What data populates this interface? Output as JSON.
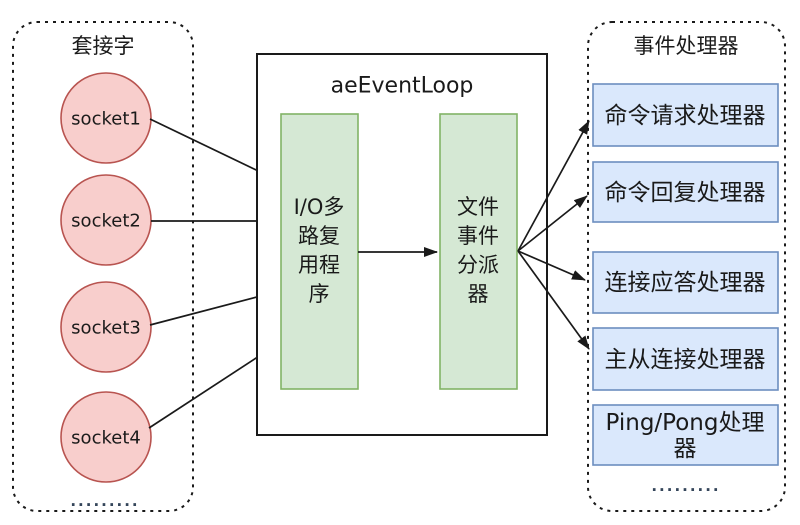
{
  "diagram": {
    "sockets_panel": {
      "title": "套接字",
      "items": [
        "socket1",
        "socket2",
        "socket3",
        "socket4"
      ],
      "ellipsis": "........."
    },
    "event_loop": {
      "title": "aeEventLoop",
      "io_multiplexer": {
        "label": "I/O多路复用程序",
        "lines": [
          "I/O多",
          "路复",
          "用程",
          "序"
        ]
      },
      "dispatcher": {
        "label": "文件事件分派器",
        "lines": [
          "文件",
          "事件",
          "分派",
          "器"
        ]
      }
    },
    "handlers_panel": {
      "title": "事件处理器",
      "items": [
        "命令请求处理器",
        "命令回复处理器",
        "连接应答处理器",
        "主从连接处理器",
        "Ping/Pong处理器"
      ],
      "ping_pong_lines": [
        "Ping/Pong处理",
        "器"
      ],
      "ellipsis": "........."
    },
    "colors": {
      "socket_fill": "#f8cecc",
      "socket_stroke": "#b85450",
      "process_fill": "#d5e8d4",
      "process_stroke": "#82b366",
      "handler_fill": "#dae8fc",
      "handler_stroke": "#6c8ebf",
      "line": "#1a1a1a",
      "background": "#ffffff"
    }
  }
}
